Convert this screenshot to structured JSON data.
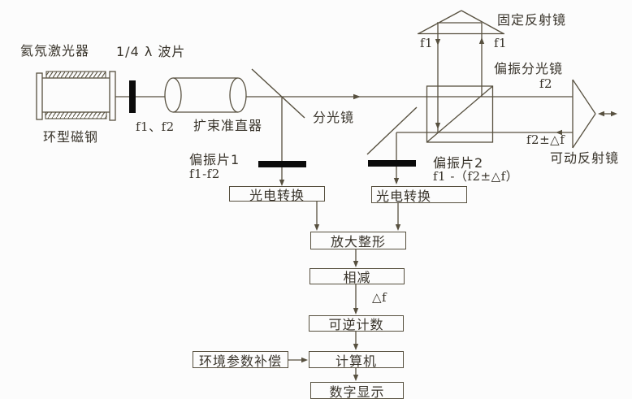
{
  "diagram": {
    "labels": {
      "laser": "氦氖激光器",
      "wave_plate": "1/4 λ 波片",
      "ring_magnet": "环型磁钢",
      "f1_f2": "f1、f2",
      "beam_expander": "扩束准直器",
      "beam_splitter": "分光镜",
      "polarizer1": "偏振片1",
      "polarizer1_freq": "f1-f2",
      "fixed_mirror": "固定反射镜",
      "f1_left": "f1",
      "f1_right": "f1",
      "polarizing_beam_splitter": "偏振分光镜",
      "f2": "f2",
      "f2_shift": "f2±△f",
      "movable_mirror": "可动反射镜",
      "polarizer2": "偏振片2",
      "polarizer2_freq": "f1 -（f2±△f）",
      "delta_f": "△f"
    },
    "boxes": {
      "photoelectric1": "光电转换",
      "photoelectric2": "光电转换",
      "amplify_shape": "放大整形",
      "subtract": "相减",
      "reversible_counter": "可逆计数",
      "computer": "计算机",
      "env_compensation": "环境参数补偿",
      "digital_display": "数字显示"
    },
    "colors": {
      "line": "#57503f",
      "text": "#38332a",
      "bar": "#0b0b0b",
      "background": "#fcfcfc"
    }
  }
}
